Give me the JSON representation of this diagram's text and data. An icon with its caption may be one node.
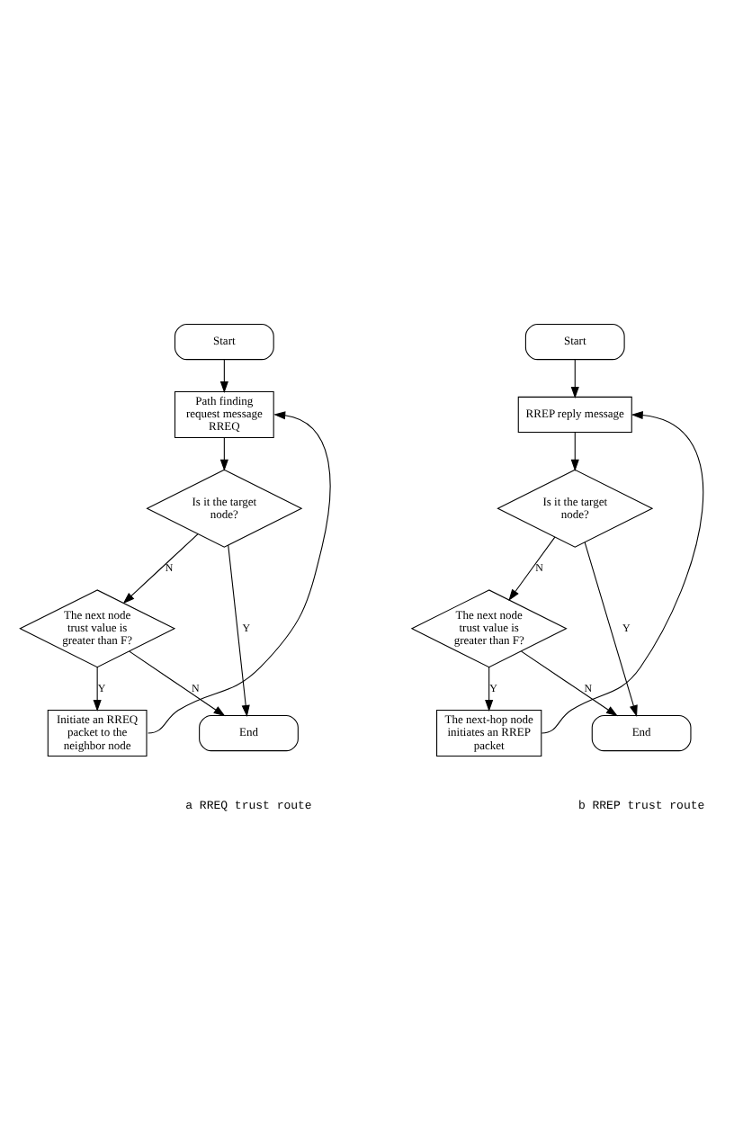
{
  "diagram": {
    "nodes": [
      {
        "text": [
          "Start"
        ]
      },
      {
        "text": [
          "Path finding request message RREQ"
        ]
      },
      {
        "text": [
          "Is it the target node?"
        ]
      },
      {
        "text": [
          "The next node trust value is greater than F?"
        ]
      },
      {
        "text": [
          "Initiate an RREQ packet to the neighbor node"
        ]
      },
      {
        "text": [
          "End"
        ]
      },
      {
        "text": [
          "Start"
        ]
      },
      {
        "text": [
          "RREP reply message"
        ]
      },
      {
        "text": [
          "Is it the target node?"
        ]
      },
      {
        "text": [
          "The next node trust value is greater than F?"
        ]
      },
      {
        "text": [
          "The next-hop node initiates an RREP packet"
        ]
      },
      {
        "text": [
          "End"
        ]
      }
    ],
    "edges": [
      {
        "from": 0,
        "to": 1,
        "arrow": "to"
      },
      {
        "from": 1,
        "to": 2,
        "arrow": "to"
      },
      {
        "from": 2,
        "to": 3,
        "label": "N",
        "arrow": "to"
      },
      {
        "from": 3,
        "to": 4,
        "label": "Y",
        "arrow": "to"
      },
      {
        "from": 4,
        "to": 1,
        "arrow": "to"
      },
      {
        "from": 2,
        "to": 5,
        "label": "Y",
        "arrow": "to"
      },
      {
        "from": 3,
        "to": 5,
        "label": "N",
        "arrow": "to"
      },
      {
        "from": 6,
        "to": 7,
        "arrow": "to"
      },
      {
        "from": 7,
        "to": 8,
        "arrow": "to"
      },
      {
        "from": 8,
        "to": 9,
        "label": "N",
        "arrow": "to"
      },
      {
        "from": 9,
        "to": 10,
        "label": "Y",
        "arrow": "to"
      },
      {
        "from": 10,
        "to": 7,
        "arrow": "to"
      },
      {
        "from": 8,
        "to": 11,
        "label": "Y",
        "arrow": "to"
      },
      {
        "from": 9,
        "to": 11,
        "label": "N",
        "arrow": "to"
      }
    ],
    "labels": [
      "a RREQ trust route",
      "b RREP trust route"
    ]
  }
}
